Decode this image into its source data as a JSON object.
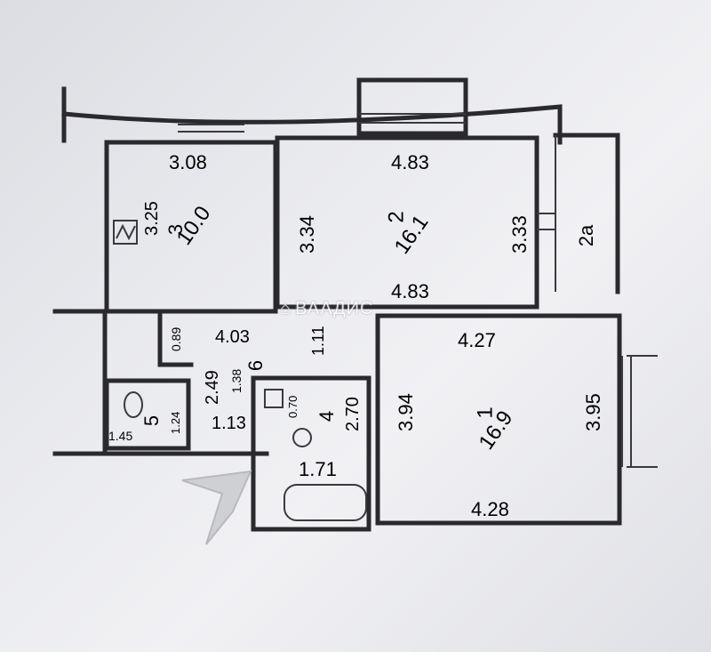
{
  "rooms": [
    {
      "number": "3",
      "area": "10.0",
      "dims": [
        "3.08",
        "3.25"
      ]
    },
    {
      "number": "2",
      "area": "16.1",
      "dims": [
        "4.83",
        "3.34",
        "3.33",
        "4.83"
      ]
    },
    {
      "number": "2a"
    },
    {
      "number": "1",
      "area": "16.9",
      "dims": [
        "4.27",
        "3.94",
        "3.95",
        "4.28"
      ]
    },
    {
      "number": "6",
      "dims": [
        "4.03",
        "2.49",
        "1.38",
        "0.89",
        "1.11",
        "1.13"
      ]
    },
    {
      "number": "5",
      "dims": [
        "1.45",
        "1.24"
      ]
    },
    {
      "number": "4",
      "dims": [
        "0.70",
        "2.70",
        "1.71"
      ]
    }
  ],
  "watermark": "ВААДИС"
}
